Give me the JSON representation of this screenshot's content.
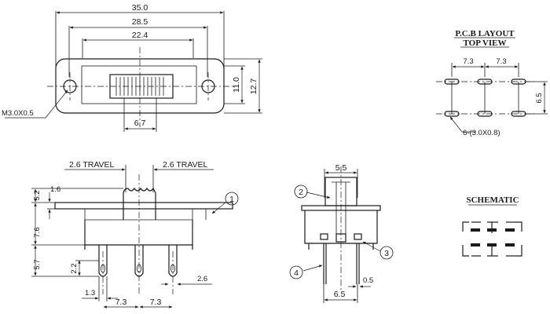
{
  "top_view": {
    "dims": {
      "overall_length": "35.0",
      "hole_spacing": "28.5",
      "slot_length": "22.4",
      "knob_width": "6.7",
      "body_width": "11.0",
      "overall_width": "12.7",
      "mount_thread": "M3.0X0.5"
    }
  },
  "pcb_layout": {
    "title_line1": "P.C.B LAYOUT",
    "title_line2": "TOP VIEW",
    "dims": {
      "pitch_left": "7.3",
      "pitch_right": "7.3",
      "row_spacing": "6.5",
      "pad_note": "6-(3.0X0.8)"
    }
  },
  "side_view": {
    "travel_left": "2.6 TRAVEL",
    "travel_right": "2.6 TRAVEL",
    "dims": {
      "knob_height": "5.2",
      "plate_thickness": "1.6",
      "body_height": "7.6",
      "pin_length": "5.7",
      "pin_tip": "2.2",
      "pin_width": "1.3",
      "pitch_left": "7.3",
      "pitch_right": "7.3",
      "tab_width": "2.6"
    },
    "callout_1": "1"
  },
  "end_view": {
    "dims": {
      "knob_width": "5.5",
      "pin_spacing": "6.5",
      "pin_thickness": "0.5"
    },
    "callout_2": "2",
    "callout_3": "3",
    "callout_4": "4"
  },
  "schematic": {
    "title": "SCHEMATIC"
  }
}
